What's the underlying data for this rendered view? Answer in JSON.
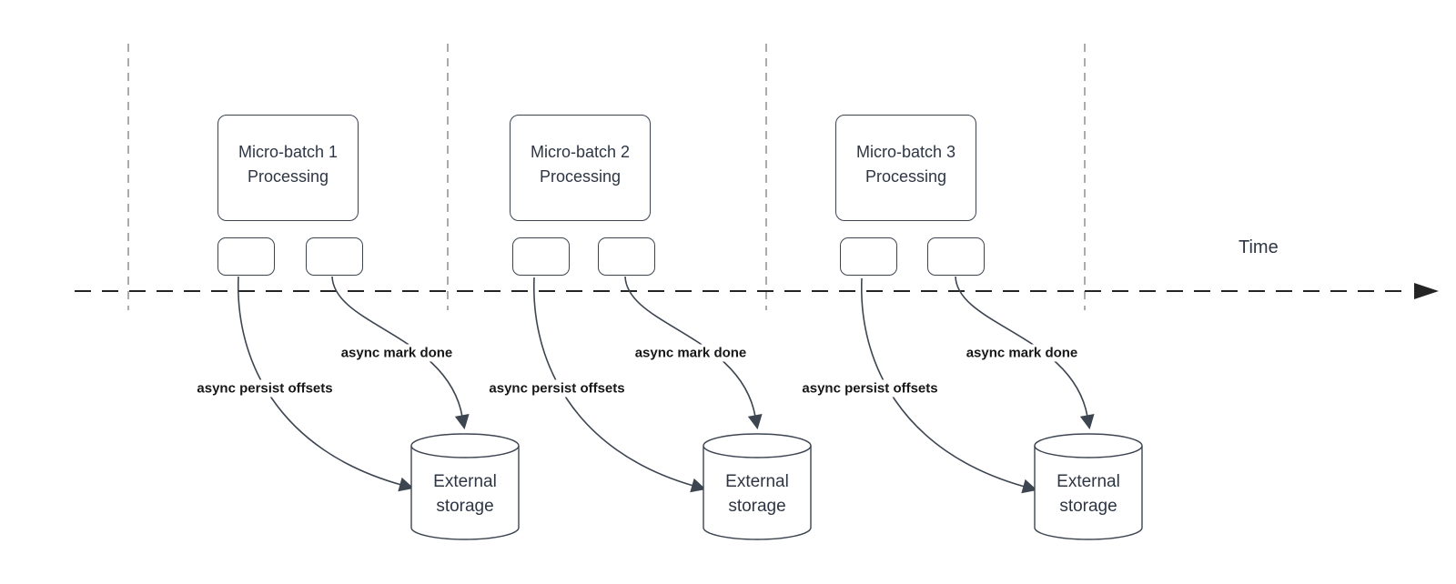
{
  "timeline": {
    "axis_label": "Time"
  },
  "groups": [
    {
      "box_line1": "Micro-batch 1",
      "box_line2": "Processing",
      "persist_arrow_label": "async persist offsets",
      "mark_done_arrow_label": "async mark done",
      "storage_line1": "External",
      "storage_line2": "storage"
    },
    {
      "box_line1": "Micro-batch 2",
      "box_line2": "Processing",
      "persist_arrow_label": "async persist offsets",
      "mark_done_arrow_label": "async mark done",
      "storage_line1": "External",
      "storage_line2": "storage"
    },
    {
      "box_line1": "Micro-batch 3",
      "box_line2": "Processing",
      "persist_arrow_label": "async persist offsets",
      "mark_done_arrow_label": "async mark done",
      "storage_line1": "External",
      "storage_line2": "storage"
    }
  ],
  "colors": {
    "shape_stroke": "#3d4551",
    "shape_text": "#2e3644",
    "edge_label_text": "#171717",
    "time_axis": "#242424",
    "batch_guide": "#a9abae",
    "background": "#ffffff"
  }
}
